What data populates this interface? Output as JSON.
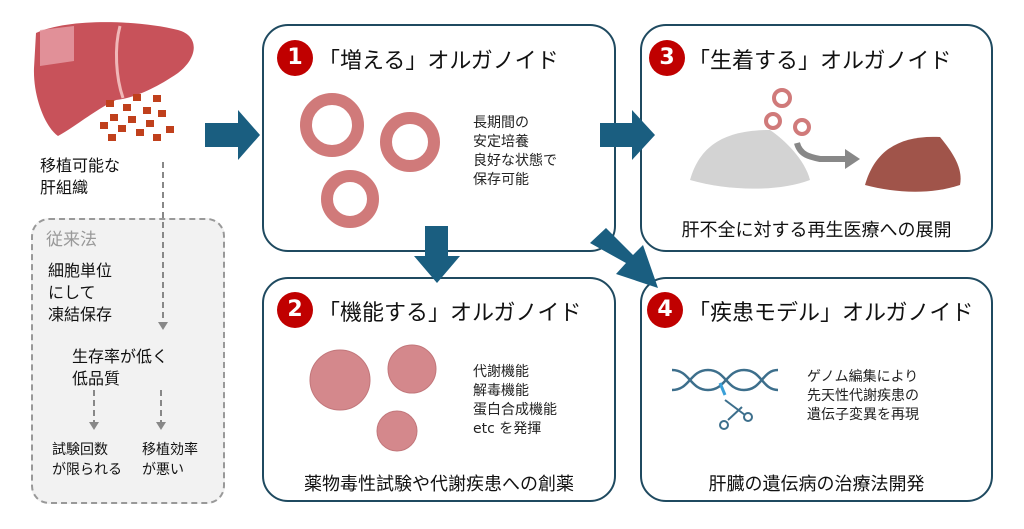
{
  "source": {
    "label": "移植可能な\n肝組織"
  },
  "conventional": {
    "heading": "従来法",
    "step1": "細胞単位\nにして\n凍結保存",
    "step2": "生存率が低く\n低品質",
    "result_a": "試験回数\nが限られる",
    "result_b": "移植効率\nが悪い"
  },
  "panels": [
    {
      "number": "1",
      "title": "「増える」オルガノイド",
      "description": "長期間の\n安定培養\n良好な状態で\n保存可能",
      "footer": ""
    },
    {
      "number": "2",
      "title": "「機能する」オルガノイド",
      "description": "代謝機能\n解毒機能\n蛋白合成機能\netc を発揮",
      "footer": "薬物毒性試験や代謝疾患への創薬"
    },
    {
      "number": "3",
      "title": "「生着する」オルガノイド",
      "description": "",
      "footer": "肝不全に対する再生医療への展開"
    },
    {
      "number": "4",
      "title": "「疾患モデル」オルガノイド",
      "description": "ゲノム編集により\n先天性代謝疾患の\n遺伝子変異を再現",
      "footer": "肝臓の遺伝病の治療法開発"
    }
  ],
  "colors": {
    "arrow": "#1a5e80",
    "badge": "#c00000",
    "border": "#1f4a60",
    "organoid": "#d07a7a",
    "liver": "#c8525a",
    "tissue": "#c0401c"
  }
}
